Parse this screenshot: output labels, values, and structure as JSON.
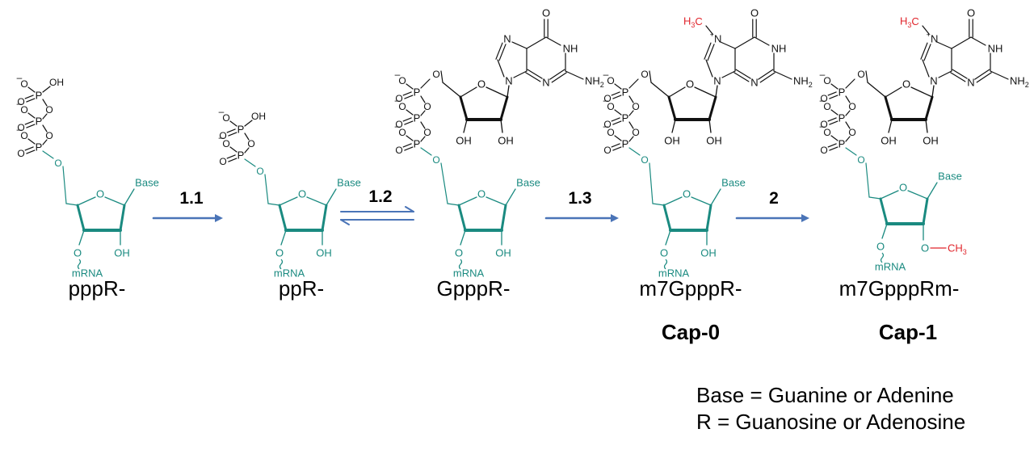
{
  "colors": {
    "teal": "#1a8a80",
    "red": "#e0242b",
    "arrow_blue": "#4a74b7",
    "black": "#111111"
  },
  "atoms": {
    "neg": "–",
    "pos": "+",
    "P": "P",
    "O": "O",
    "OH": "OH",
    "Base": "Base",
    "mRNA": "mRNA",
    "N": "N",
    "NH": "NH",
    "NH2_main": "NH",
    "sub2": "2",
    "H3C_main": "H",
    "sub3": "3",
    "C": "C",
    "CH3_main": "CH",
    "O_CH3_prefix": "O"
  },
  "compounds": [
    {
      "label": "pppR-"
    },
    {
      "label": "ppR-"
    },
    {
      "label": "GpppR-"
    },
    {
      "label": "m7GpppR-",
      "cap": "Cap-0"
    },
    {
      "label": "m7GpppRm-",
      "cap": "Cap-1"
    }
  ],
  "steps": [
    "1.1",
    "1.2",
    "1.3",
    "2"
  ],
  "legend": [
    "Base = Guanine or Adenine",
    "R = Guanosine or Adenosine"
  ]
}
